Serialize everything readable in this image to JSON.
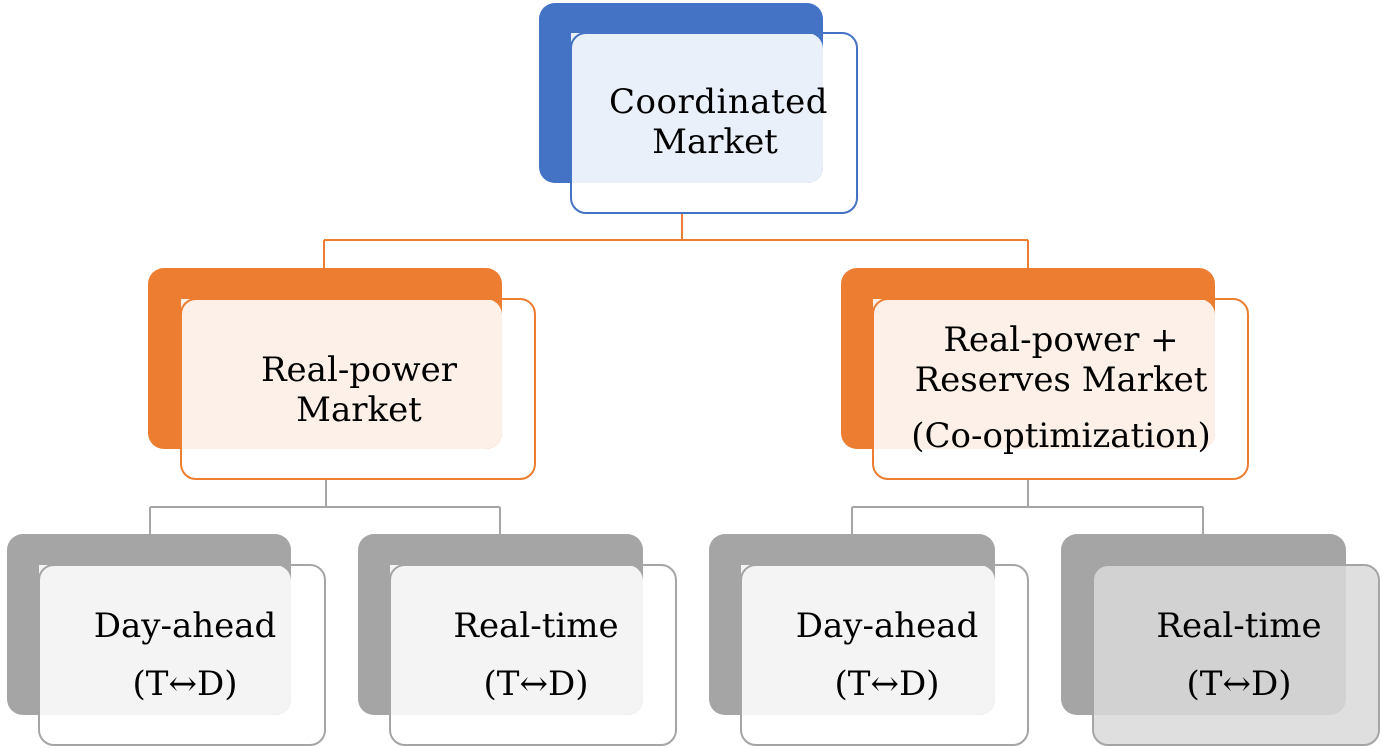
{
  "root": {
    "line1": "Coordinated",
    "line2": "Market"
  },
  "left": {
    "line1": "Real-power",
    "line2": "Market",
    "children": [
      {
        "line1": "Day-ahead",
        "line2": "(T↔D)"
      },
      {
        "line1": "Real-time",
        "line2": "(T↔D)"
      }
    ]
  },
  "right": {
    "line1": "Real-power +",
    "line2": "Reserves Market",
    "line3": "(Co-optimization)",
    "children": [
      {
        "line1": "Day-ahead",
        "line2": "(T↔D)"
      },
      {
        "line1": "Real-time",
        "line2": "(T↔D)"
      }
    ]
  },
  "colors": {
    "root": "#4472c4",
    "level2": "#ed7d31",
    "level3": "#a5a5a5",
    "root_fill": "#eaf0f9",
    "level2_fill": "#fcf0e9",
    "level3_fill": "#f4f4f4",
    "highlight_fill": "#d9d9d9"
  }
}
